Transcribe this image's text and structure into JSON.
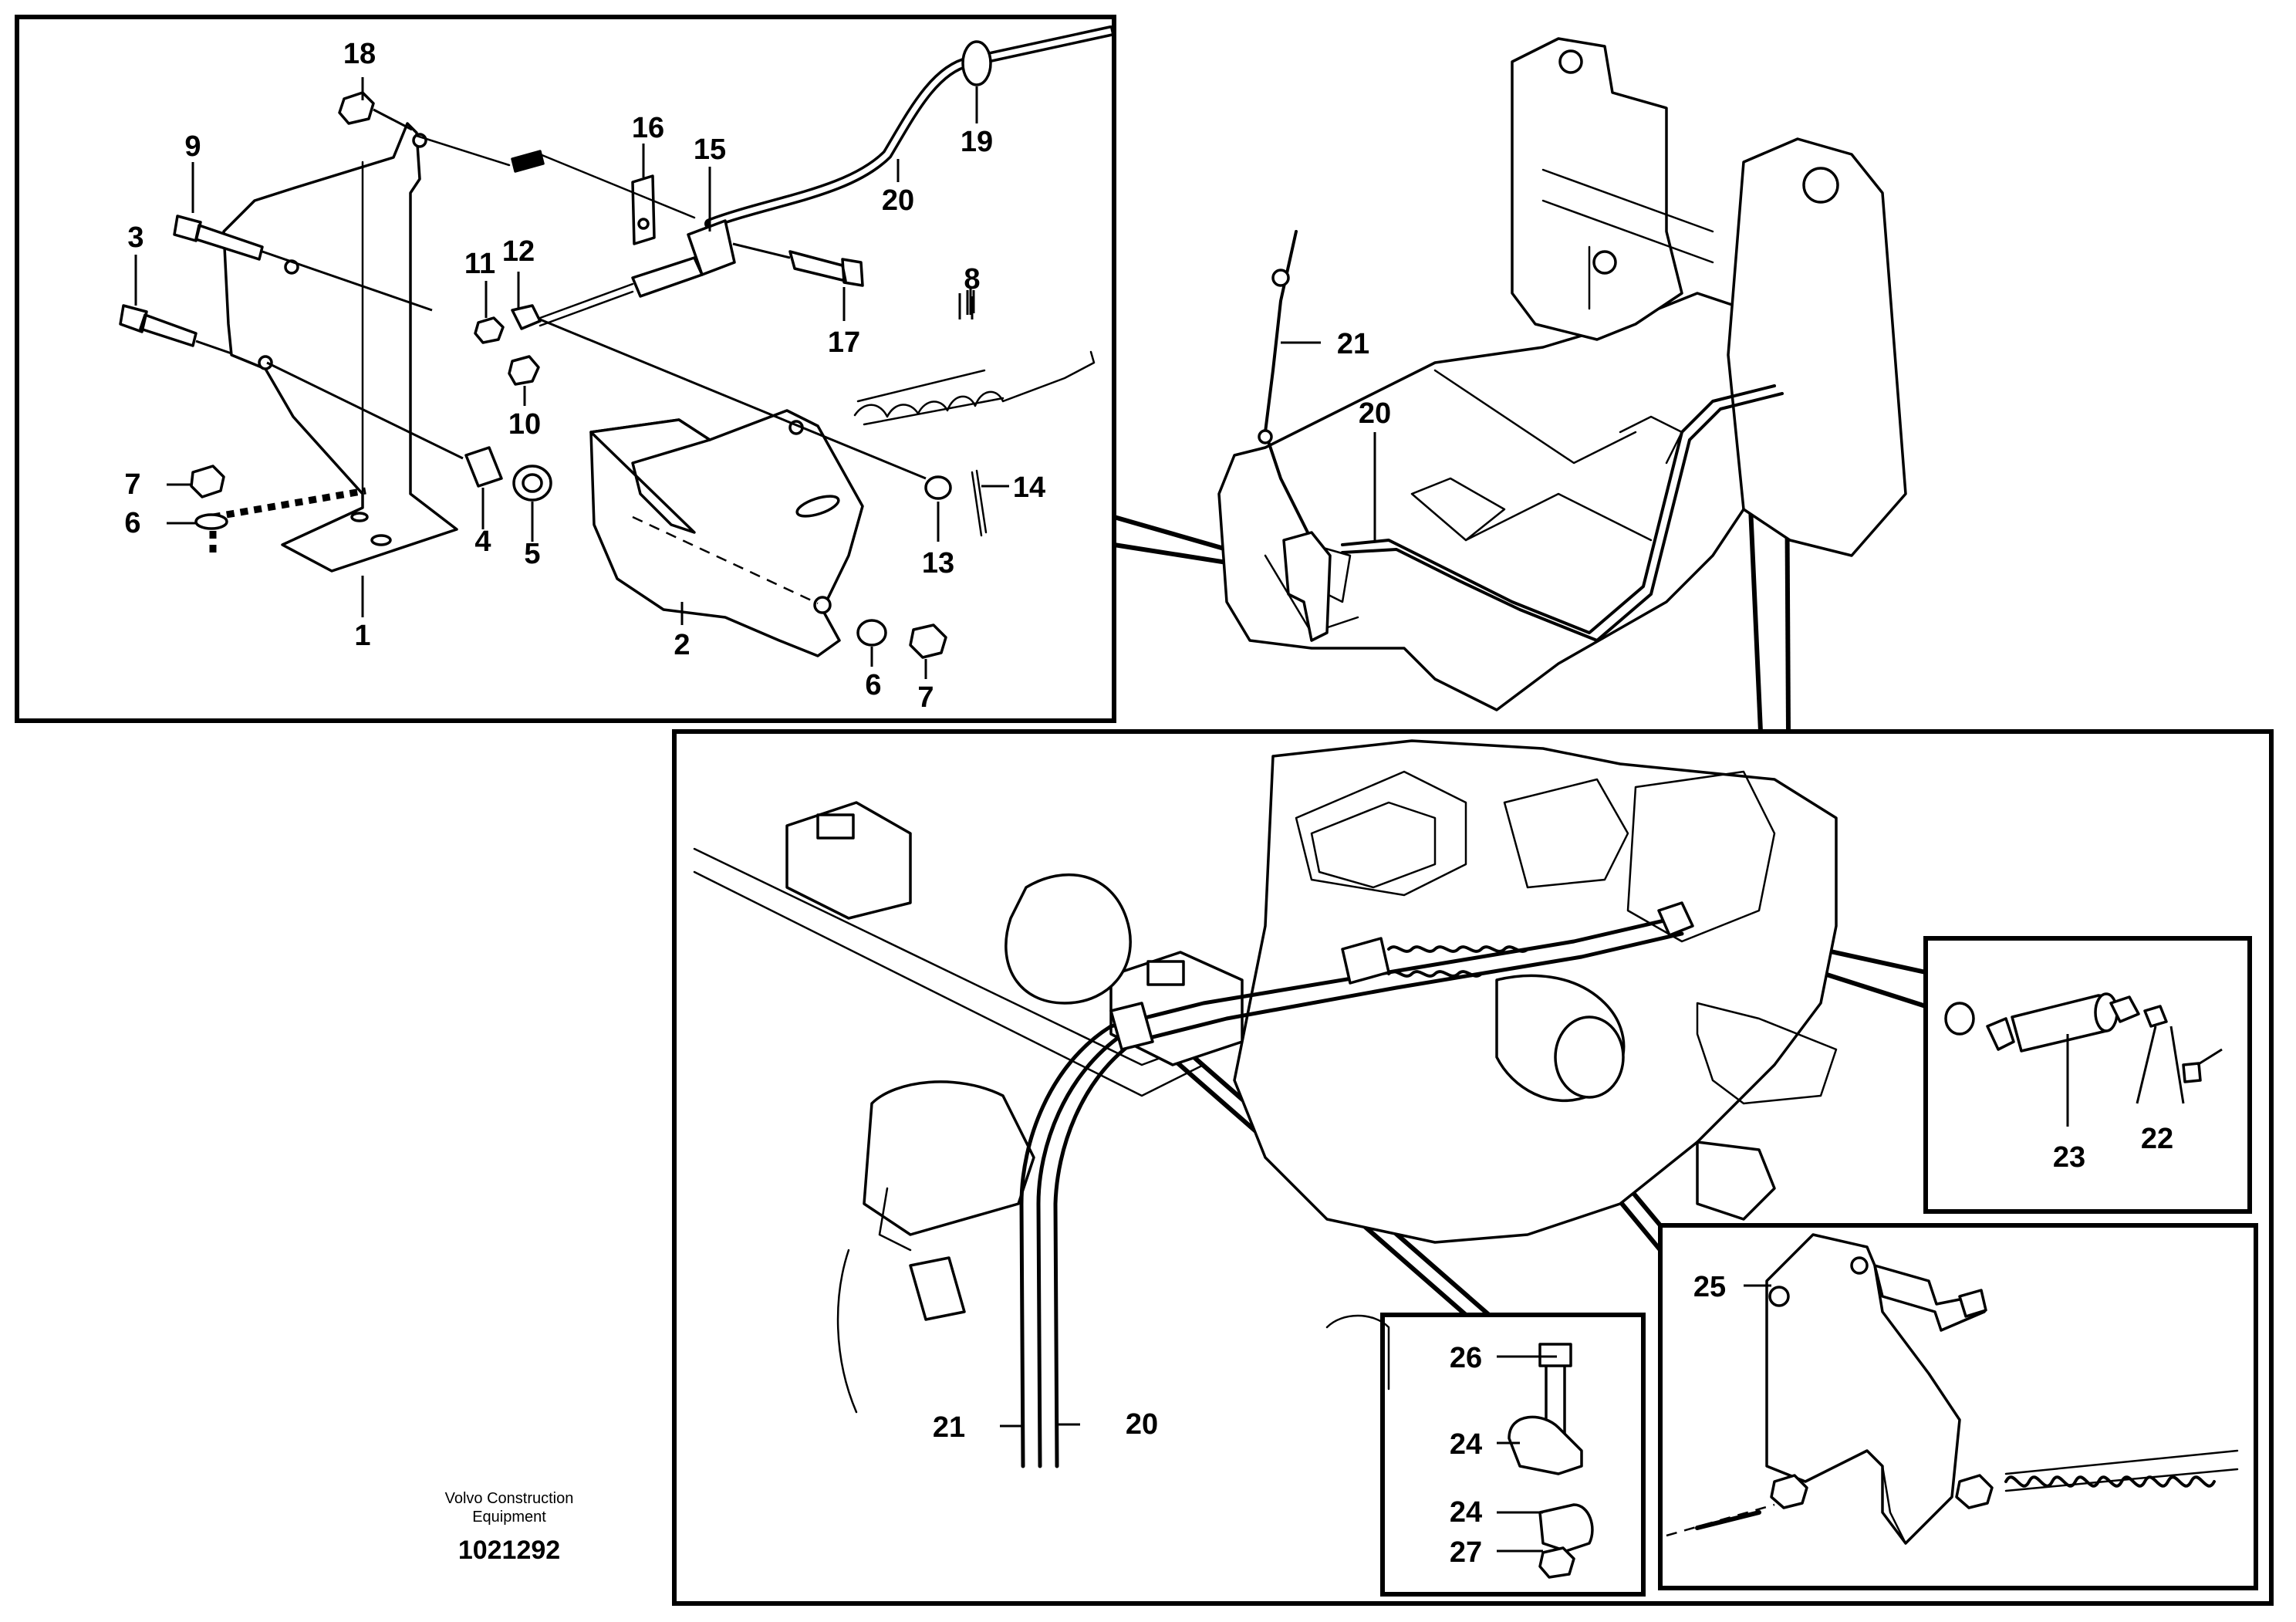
{
  "callouts": {
    "c1": "1",
    "c2": "2",
    "c3": "3",
    "c4": "4",
    "c5": "5",
    "c6": "6",
    "c7": "7",
    "c8": "8",
    "c9": "9",
    "c10": "10",
    "c11": "11",
    "c12": "12",
    "c13": "13",
    "c14": "14",
    "c15": "15",
    "c16": "16",
    "c17": "17",
    "c18": "18",
    "c19": "19",
    "c20": "20",
    "c21": "21",
    "c22": "22",
    "c23": "23",
    "c24": "24",
    "c25": "25",
    "c26": "26",
    "c27": "27"
  },
  "footer": {
    "company_line1": "Volvo Construction",
    "company_line2": "Equipment",
    "drawing_number": "1021292"
  }
}
